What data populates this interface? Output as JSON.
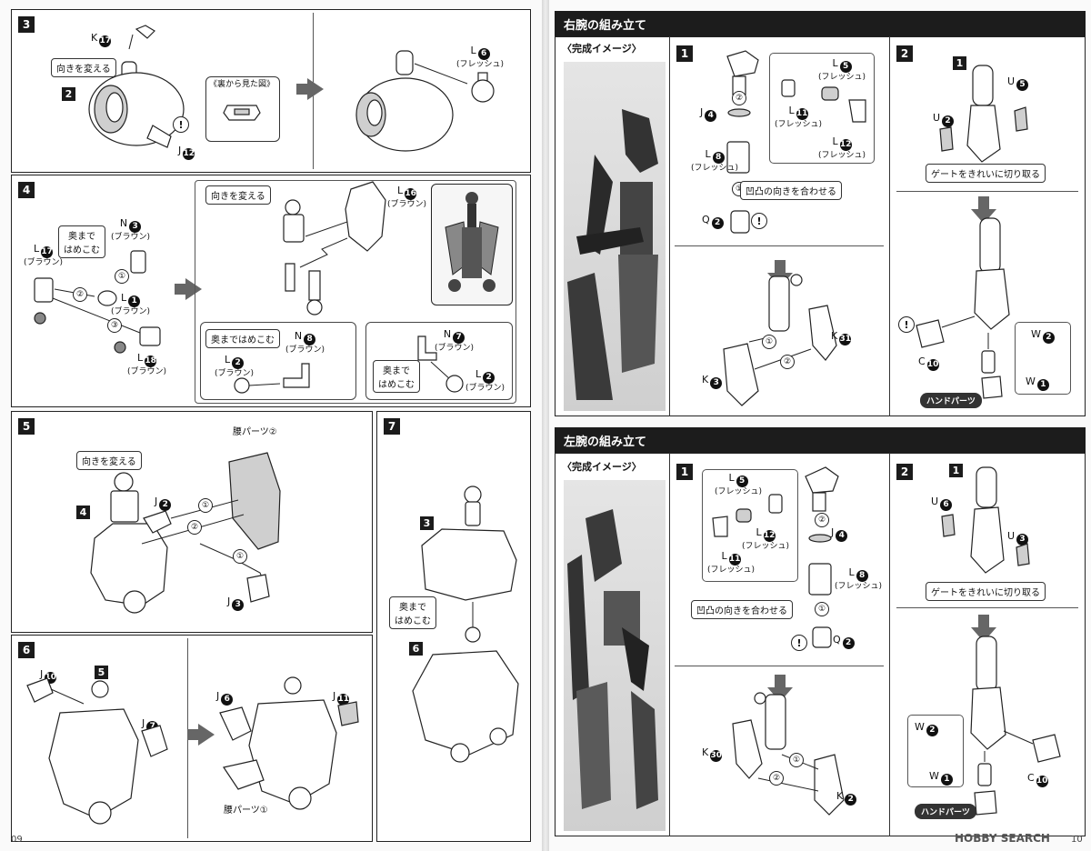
{
  "pages": {
    "left_number": "09",
    "right_number": "10"
  },
  "watermark": "HOBBY SEARCH",
  "left": {
    "s3": {
      "step": "3",
      "sub_step": "2",
      "k17": "K",
      "k17n": "17",
      "turn": "向きを変える",
      "back_view": "《裏から見た図》",
      "j12": "J",
      "j12n": "12",
      "l6": "L",
      "l6n": "6",
      "l6s": "(フレッシュ)"
    },
    "s4": {
      "step": "4",
      "l17": "L",
      "l17n": "17",
      "brown": "(ブラウン)",
      "oku": "奥まで",
      "hame": "はめこむ",
      "n3": "N",
      "n3n": "3",
      "l1": "L",
      "l1n": "1",
      "l18": "L",
      "l18n": "18",
      "turn": "向きを変える",
      "l16": "L",
      "l16n": "16",
      "okuhame": "奥まではめこむ",
      "n8": "N",
      "n8n": "8",
      "l2": "L",
      "l2n": "2",
      "n7": "N",
      "n7n": "7",
      "l2b": "L",
      "l2bn": "2",
      "c1": "①",
      "c2": "②",
      "c3": "③"
    },
    "s5": {
      "step": "5",
      "turn": "向きを変える",
      "waist2": "腰パーツ②",
      "j2": "J",
      "j2n": "2",
      "j3": "J",
      "j3n": "3",
      "ref4": "4",
      "c1": "①",
      "c2": "②"
    },
    "s6": {
      "step": "6",
      "ref5": "5",
      "j10": "J",
      "j10n": "10",
      "j7": "J",
      "j7n": "7",
      "j6": "J",
      "j6n": "6",
      "j11": "J",
      "j11n": "11",
      "waist1": "腰パーツ①"
    },
    "s7": {
      "step": "7",
      "ref3": "3",
      "ref6": "6",
      "oku": "奥まで",
      "hame": "はめこむ"
    }
  },
  "right_arm": {
    "header": "右腕の組み立て",
    "image_title": "〈完成イメージ〉",
    "s1": {
      "step": "1",
      "l5": "L",
      "l5n": "5",
      "flesh": "(フレッシュ)",
      "l11": "L",
      "l11n": "11",
      "l12": "L",
      "l12n": "12",
      "j4": "J",
      "j4n": "4",
      "l8": "L",
      "l8n": "8",
      "align": "凹凸の向きを合わせる",
      "q2": "Q",
      "q2n": "2",
      "k31": "K",
      "k31n": "31",
      "k3": "K",
      "k3n": "3",
      "c1": "①",
      "c2": "②"
    },
    "s2": {
      "step": "2",
      "ref1": "1",
      "u5": "U",
      "u5n": "5",
      "u2": "U",
      "u2n": "2",
      "gate": "ゲートをきれいに切り取る",
      "w2": "W",
      "w2n": "2",
      "w1": "W",
      "w1n": "1",
      "c10": "C",
      "c10n": "10",
      "hand": "ハンドパーツ"
    }
  },
  "left_arm": {
    "header": "左腕の組み立て",
    "image_title": "〈完成イメージ〉",
    "s1": {
      "step": "1",
      "l5": "L",
      "l5n": "5",
      "flesh": "(フレッシュ)",
      "l11": "L",
      "l11n": "11",
      "l12": "L",
      "l12n": "12",
      "j4": "J",
      "j4n": "4",
      "l8": "L",
      "l8n": "8",
      "align": "凹凸の向きを合わせる",
      "q2": "Q",
      "q2n": "2",
      "k30": "K",
      "k30n": "30",
      "k2": "K",
      "k2n": "2",
      "c1": "①",
      "c2": "②"
    },
    "s2": {
      "step": "2",
      "ref1": "1",
      "u6": "U",
      "u6n": "6",
      "u3": "U",
      "u3n": "3",
      "gate": "ゲートをきれいに切り取る",
      "w2": "W",
      "w2n": "2",
      "w1": "W",
      "w1n": "1",
      "c10": "C",
      "c10n": "10",
      "hand": "ハンドパーツ"
    }
  }
}
